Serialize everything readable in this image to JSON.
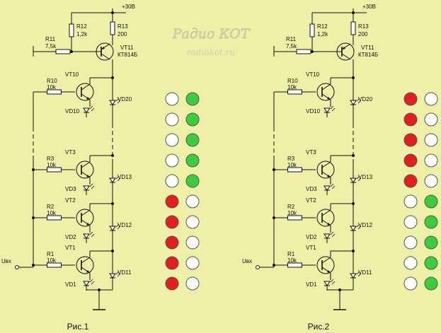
{
  "logo": {
    "name": "Радио КОТ",
    "site": "radiokot.ru"
  },
  "fig1": {
    "caption": "Рис.1",
    "supply": "+30В",
    "input": "Uвх",
    "r11": "R11",
    "r11_val": "7,5k",
    "r12": "R12",
    "r12_val": "1,2k",
    "r13": "R13",
    "r13_val": "200",
    "vt11": "VT11",
    "vt11_type": "КТ814Б",
    "stages": [
      {
        "r": "R10",
        "rv": "10k",
        "vt": "VT10",
        "vd": "VD10",
        "vdc": "VD20"
      },
      {
        "r": "R3",
        "rv": "10k",
        "vt": "VT3",
        "vd": "VD3",
        "vdc": "VD13"
      },
      {
        "r": "R2",
        "rv": "10k",
        "vt": "VT2",
        "vd": "VD2",
        "vdc": "VD12"
      },
      {
        "r": "R1",
        "rv": "10k",
        "vt": "VT1",
        "vd": "VD1",
        "vdc": "VD11"
      }
    ],
    "leds": [
      [
        "off",
        "green"
      ],
      [
        "off",
        "green"
      ],
      [
        "off",
        "green"
      ],
      [
        "off",
        "green"
      ],
      [
        "off",
        "green"
      ],
      [
        "red",
        "off"
      ],
      [
        "red",
        "off"
      ],
      [
        "red",
        "off"
      ],
      [
        "red",
        "off"
      ],
      [
        "red",
        "off"
      ]
    ]
  },
  "fig2": {
    "caption": "Рис.2",
    "supply": "+30В",
    "input": "Uвх",
    "r11": "R11",
    "r11_val": "7,5k",
    "r12": "R12",
    "r12_val": "1,2k",
    "r13": "R13",
    "r13_val": "200",
    "vt11": "VT11",
    "vt11_type": "КТ814Б",
    "stages": [
      {
        "r": "R10",
        "rv": "10k",
        "vt": "VT10",
        "vd": "VD10",
        "vdc": "VD20"
      },
      {
        "r": "R3",
        "rv": "10k",
        "vt": "VT3",
        "vd": "VD3",
        "vdc": "VD13"
      },
      {
        "r": "R2",
        "rv": "10k",
        "vt": "VT2",
        "vd": "VD2",
        "vdc": "VD12"
      },
      {
        "r": "R1",
        "rv": "10k",
        "vt": "VT1",
        "vd": "VD1",
        "vdc": "VD11"
      }
    ],
    "leds": [
      [
        "red",
        "off"
      ],
      [
        "red",
        "off"
      ],
      [
        "red",
        "off"
      ],
      [
        "red",
        "off"
      ],
      [
        "red",
        "off"
      ],
      [
        "off",
        "green"
      ],
      [
        "off",
        "green"
      ],
      [
        "off",
        "green"
      ],
      [
        "off",
        "green"
      ],
      [
        "off",
        "green"
      ]
    ]
  },
  "colors": {
    "red": "#e41e1e",
    "green": "#3ccd3c",
    "off": "#ffffff",
    "background": "#eef0a8"
  }
}
